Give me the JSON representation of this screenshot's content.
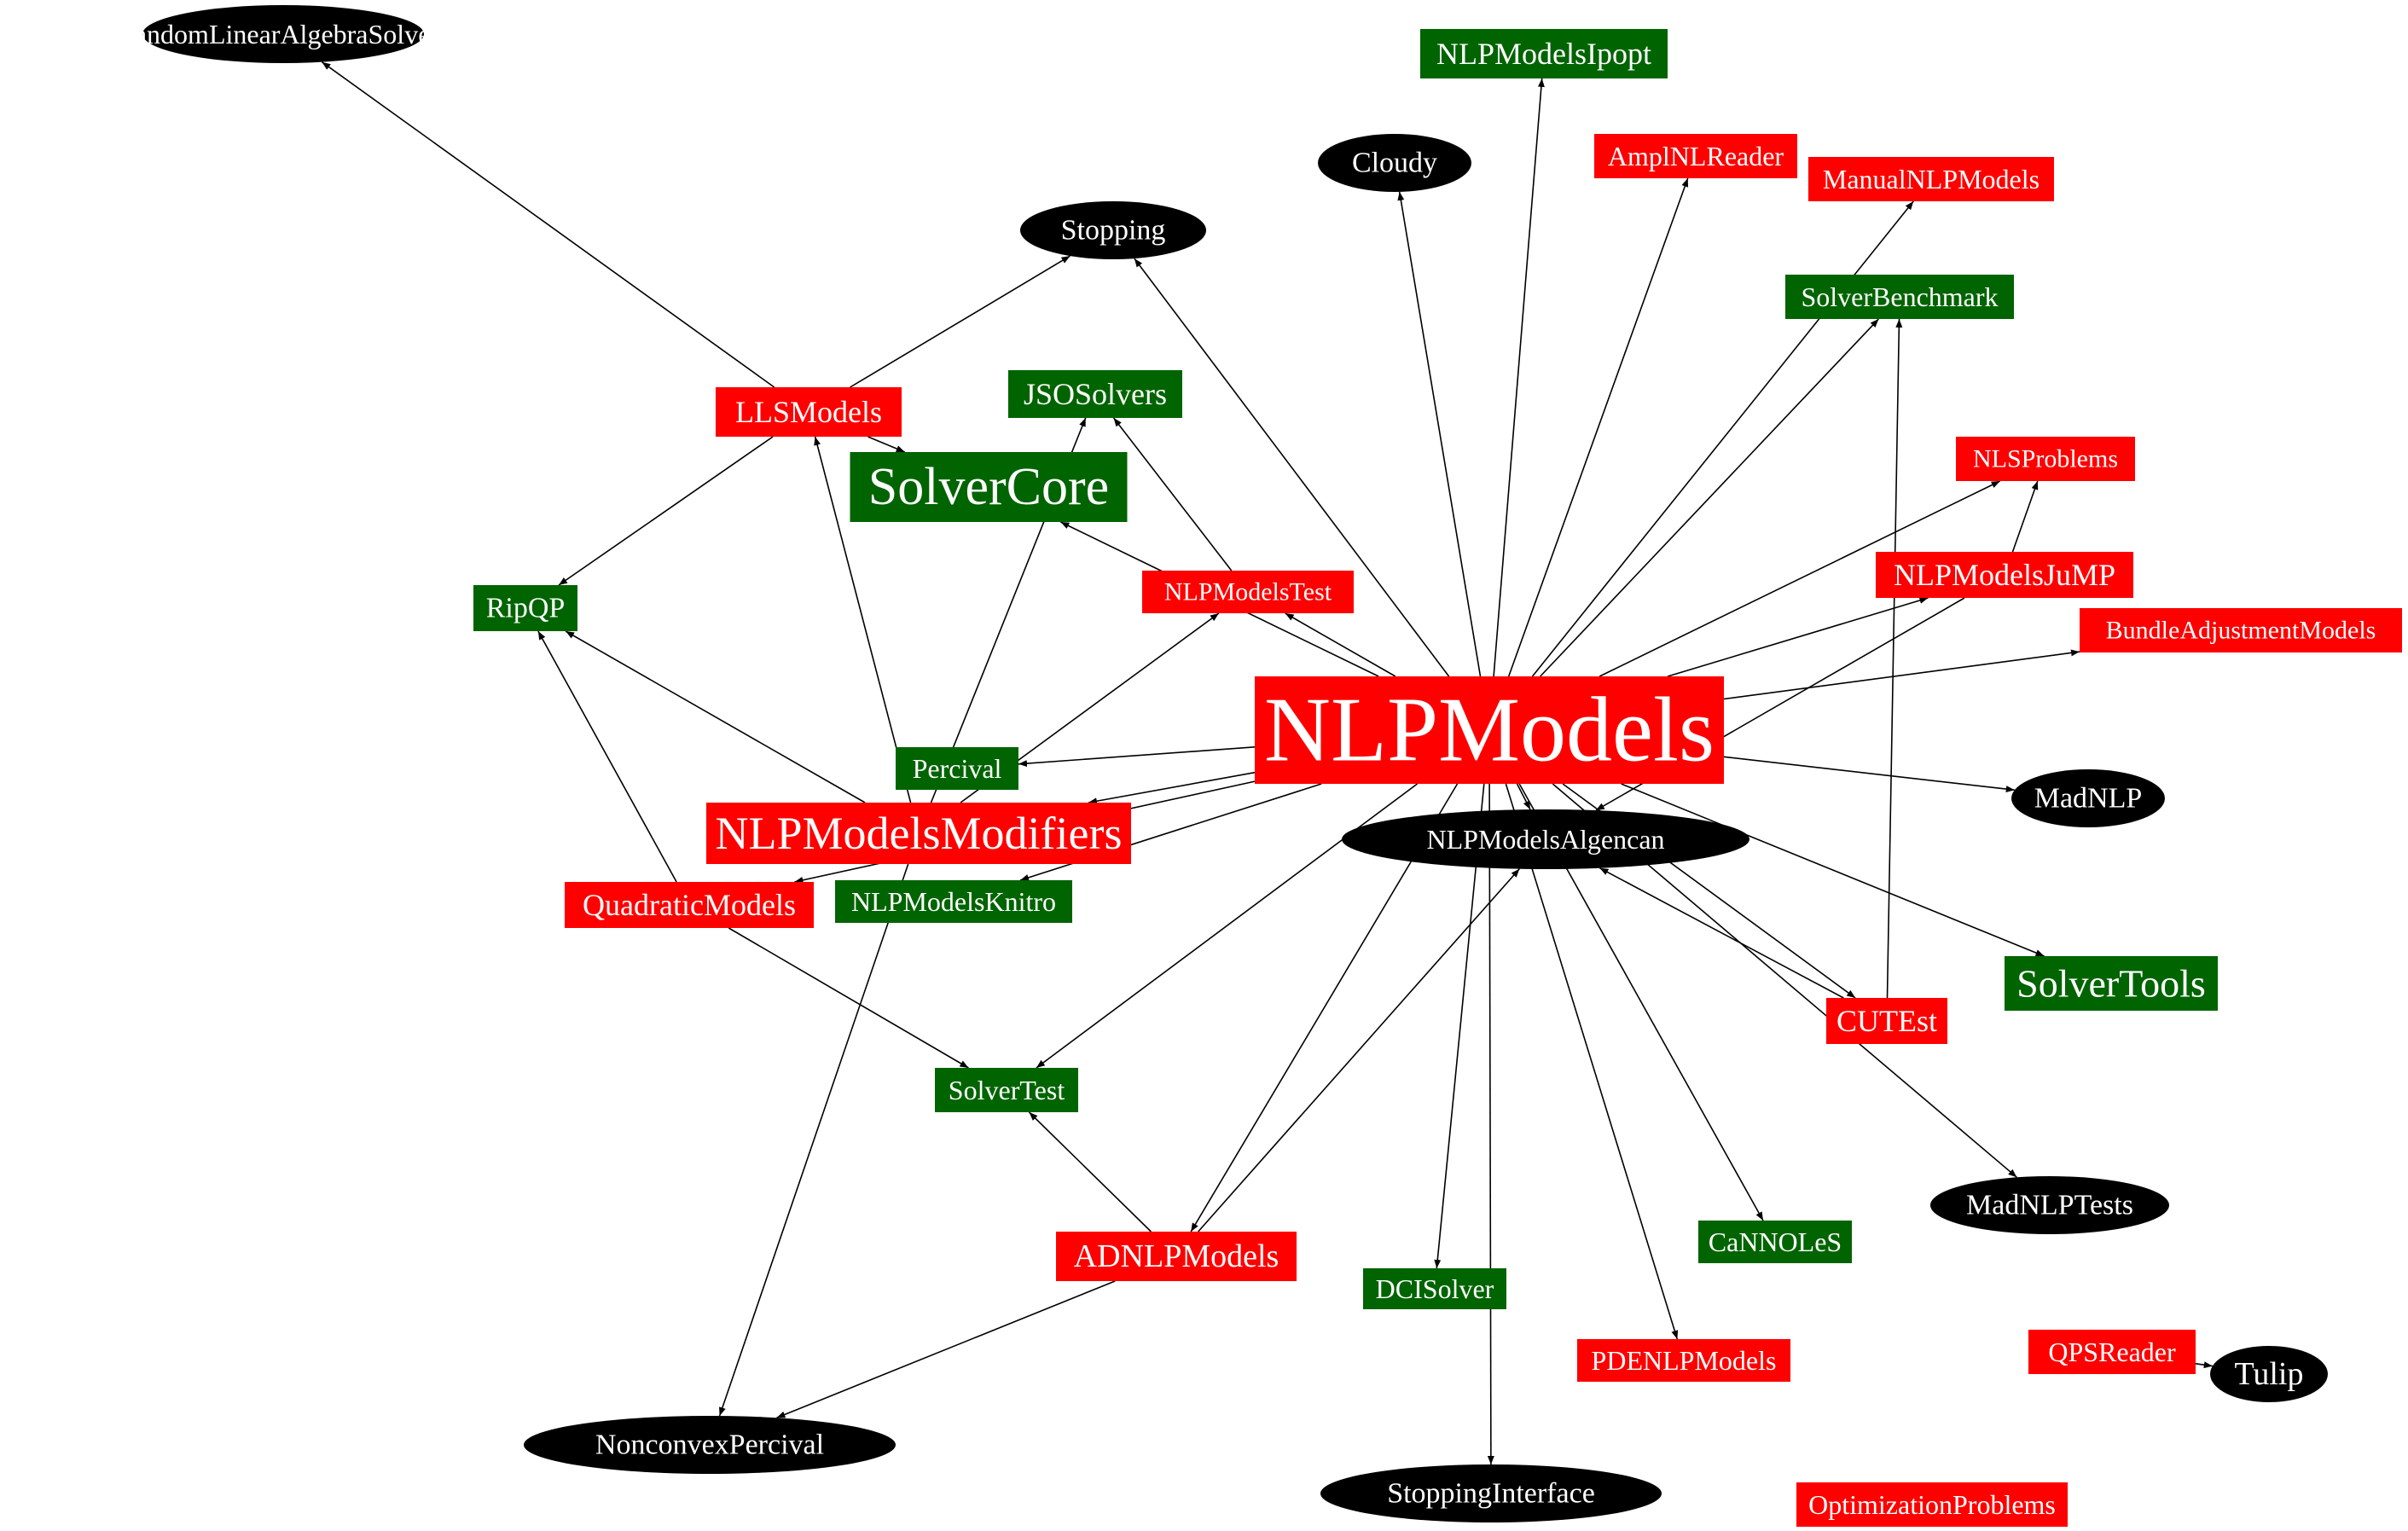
{
  "colors": {
    "red": "#ff0000",
    "green": "#006400",
    "black": "#000000",
    "label": "#ffffff",
    "edge": "#000000"
  },
  "nodes": [
    {
      "id": "RandomLinearAlgebraSolvers",
      "label": "RandomLinearAlgebraSolvers",
      "shape": "ellipse",
      "color": "black"
    },
    {
      "id": "NLPModelsIpopt",
      "label": "NLPModelsIpopt",
      "shape": "box",
      "color": "green"
    },
    {
      "id": "Cloudy",
      "label": "Cloudy",
      "shape": "ellipse",
      "color": "black"
    },
    {
      "id": "AmplNLReader",
      "label": "AmplNLReader",
      "shape": "box",
      "color": "red"
    },
    {
      "id": "ManualNLPModels",
      "label": "ManualNLPModels",
      "shape": "box",
      "color": "red"
    },
    {
      "id": "Stopping",
      "label": "Stopping",
      "shape": "ellipse",
      "color": "black"
    },
    {
      "id": "SolverBenchmark",
      "label": "SolverBenchmark",
      "shape": "box",
      "color": "green"
    },
    {
      "id": "JSOSolvers",
      "label": "JSOSolvers",
      "shape": "box",
      "color": "green"
    },
    {
      "id": "LLSModels",
      "label": "LLSModels",
      "shape": "box",
      "color": "red"
    },
    {
      "id": "SolverCore",
      "label": "SolverCore",
      "shape": "box",
      "color": "green"
    },
    {
      "id": "NLSProblems",
      "label": "NLSProblems",
      "shape": "box",
      "color": "red"
    },
    {
      "id": "NLPModelsJuMP",
      "label": "NLPModelsJuMP",
      "shape": "box",
      "color": "red"
    },
    {
      "id": "RipQP",
      "label": "RipQP",
      "shape": "box",
      "color": "green"
    },
    {
      "id": "NLPModelsTest",
      "label": "NLPModelsTest",
      "shape": "box",
      "color": "red"
    },
    {
      "id": "BundleAdjustmentModels",
      "label": "BundleAdjustmentModels",
      "shape": "box",
      "color": "red"
    },
    {
      "id": "NLPModels",
      "label": "NLPModels",
      "shape": "box",
      "color": "red"
    },
    {
      "id": "Percival",
      "label": "Percival",
      "shape": "box",
      "color": "green"
    },
    {
      "id": "MadNLP",
      "label": "MadNLP",
      "shape": "ellipse",
      "color": "black"
    },
    {
      "id": "NLPModelsModifiers",
      "label": "NLPModelsModifiers",
      "shape": "box",
      "color": "red"
    },
    {
      "id": "NLPModelsAlgencan",
      "label": "NLPModelsAlgencan",
      "shape": "ellipse",
      "color": "black"
    },
    {
      "id": "QuadraticModels",
      "label": "QuadraticModels",
      "shape": "box",
      "color": "red"
    },
    {
      "id": "NLPModelsKnitro",
      "label": "NLPModelsKnitro",
      "shape": "box",
      "color": "green"
    },
    {
      "id": "SolverTools",
      "label": "SolverTools",
      "shape": "box",
      "color": "green"
    },
    {
      "id": "CUTEst",
      "label": "CUTEst",
      "shape": "box",
      "color": "red"
    },
    {
      "id": "SolverTest",
      "label": "SolverTest",
      "shape": "box",
      "color": "green"
    },
    {
      "id": "MadNLPTests",
      "label": "MadNLPTests",
      "shape": "ellipse",
      "color": "black"
    },
    {
      "id": "ADNLPModels",
      "label": "ADNLPModels",
      "shape": "box",
      "color": "red"
    },
    {
      "id": "CaNNOLeS",
      "label": "CaNNOLeS",
      "shape": "box",
      "color": "green"
    },
    {
      "id": "DCISolver",
      "label": "DCISolver",
      "shape": "box",
      "color": "green"
    },
    {
      "id": "PDENLPModels",
      "label": "PDENLPModels",
      "shape": "box",
      "color": "red"
    },
    {
      "id": "QPSReader",
      "label": "QPSReader",
      "shape": "box",
      "color": "red"
    },
    {
      "id": "Tulip",
      "label": "Tulip",
      "shape": "ellipse",
      "color": "black"
    },
    {
      "id": "NonconvexPercival",
      "label": "NonconvexPercival",
      "shape": "ellipse",
      "color": "black"
    },
    {
      "id": "StoppingInterface",
      "label": "StoppingInterface",
      "shape": "ellipse",
      "color": "black"
    },
    {
      "id": "OptimizationProblems",
      "label": "OptimizationProblems",
      "shape": "box",
      "color": "red"
    }
  ],
  "edges": [
    [
      "NLPModels",
      "NLPModelsIpopt"
    ],
    [
      "NLPModels",
      "Cloudy"
    ],
    [
      "NLPModels",
      "AmplNLReader"
    ],
    [
      "NLPModels",
      "ManualNLPModels"
    ],
    [
      "NLPModels",
      "Stopping"
    ],
    [
      "NLPModels",
      "SolverBenchmark"
    ],
    [
      "NLPModels",
      "NLSProblems"
    ],
    [
      "NLPModels",
      "NLPModelsJuMP"
    ],
    [
      "NLPModels",
      "BundleAdjustmentModels"
    ],
    [
      "NLPModels",
      "NLPModelsTest"
    ],
    [
      "NLPModels",
      "SolverCore"
    ],
    [
      "NLPModels",
      "Percival"
    ],
    [
      "NLPModels",
      "MadNLP"
    ],
    [
      "NLPModels",
      "NLPModelsModifiers"
    ],
    [
      "NLPModels",
      "NLPModelsAlgencan"
    ],
    [
      "NLPModels",
      "QuadraticModels"
    ],
    [
      "NLPModels",
      "NLPModelsKnitro"
    ],
    [
      "NLPModels",
      "SolverTools"
    ],
    [
      "NLPModels",
      "CUTEst"
    ],
    [
      "NLPModels",
      "SolverTest"
    ],
    [
      "NLPModels",
      "MadNLPTests"
    ],
    [
      "NLPModels",
      "ADNLPModels"
    ],
    [
      "NLPModels",
      "CaNNOLeS"
    ],
    [
      "NLPModels",
      "DCISolver"
    ],
    [
      "NLPModels",
      "PDENLPModels"
    ],
    [
      "NLPModels",
      "StoppingInterface"
    ],
    [
      "LLSModels",
      "RandomLinearAlgebraSolvers"
    ],
    [
      "LLSModels",
      "Stopping"
    ],
    [
      "LLSModels",
      "SolverCore"
    ],
    [
      "LLSModels",
      "RipQP"
    ],
    [
      "NLPModelsModifiers",
      "RipQP"
    ],
    [
      "NLPModelsModifiers",
      "LLSModels"
    ],
    [
      "NLPModelsModifiers",
      "JSOSolvers"
    ],
    [
      "NLPModelsModifiers",
      "NLPModelsTest"
    ],
    [
      "NLPModelsModifiers",
      "NonconvexPercival"
    ],
    [
      "QuadraticModels",
      "RipQP"
    ],
    [
      "QuadraticModels",
      "SolverTest"
    ],
    [
      "NLPModelsTest",
      "JSOSolvers"
    ],
    [
      "NLPModelsJuMP",
      "NLSProblems"
    ],
    [
      "NLPModelsJuMP",
      "NLPModelsAlgencan"
    ],
    [
      "CUTEst",
      "SolverBenchmark"
    ],
    [
      "CUTEst",
      "NLPModelsAlgencan"
    ],
    [
      "ADNLPModels",
      "SolverTest"
    ],
    [
      "ADNLPModels",
      "NonconvexPercival"
    ],
    [
      "ADNLPModels",
      "NLPModelsAlgencan"
    ],
    [
      "QPSReader",
      "Tulip"
    ]
  ]
}
